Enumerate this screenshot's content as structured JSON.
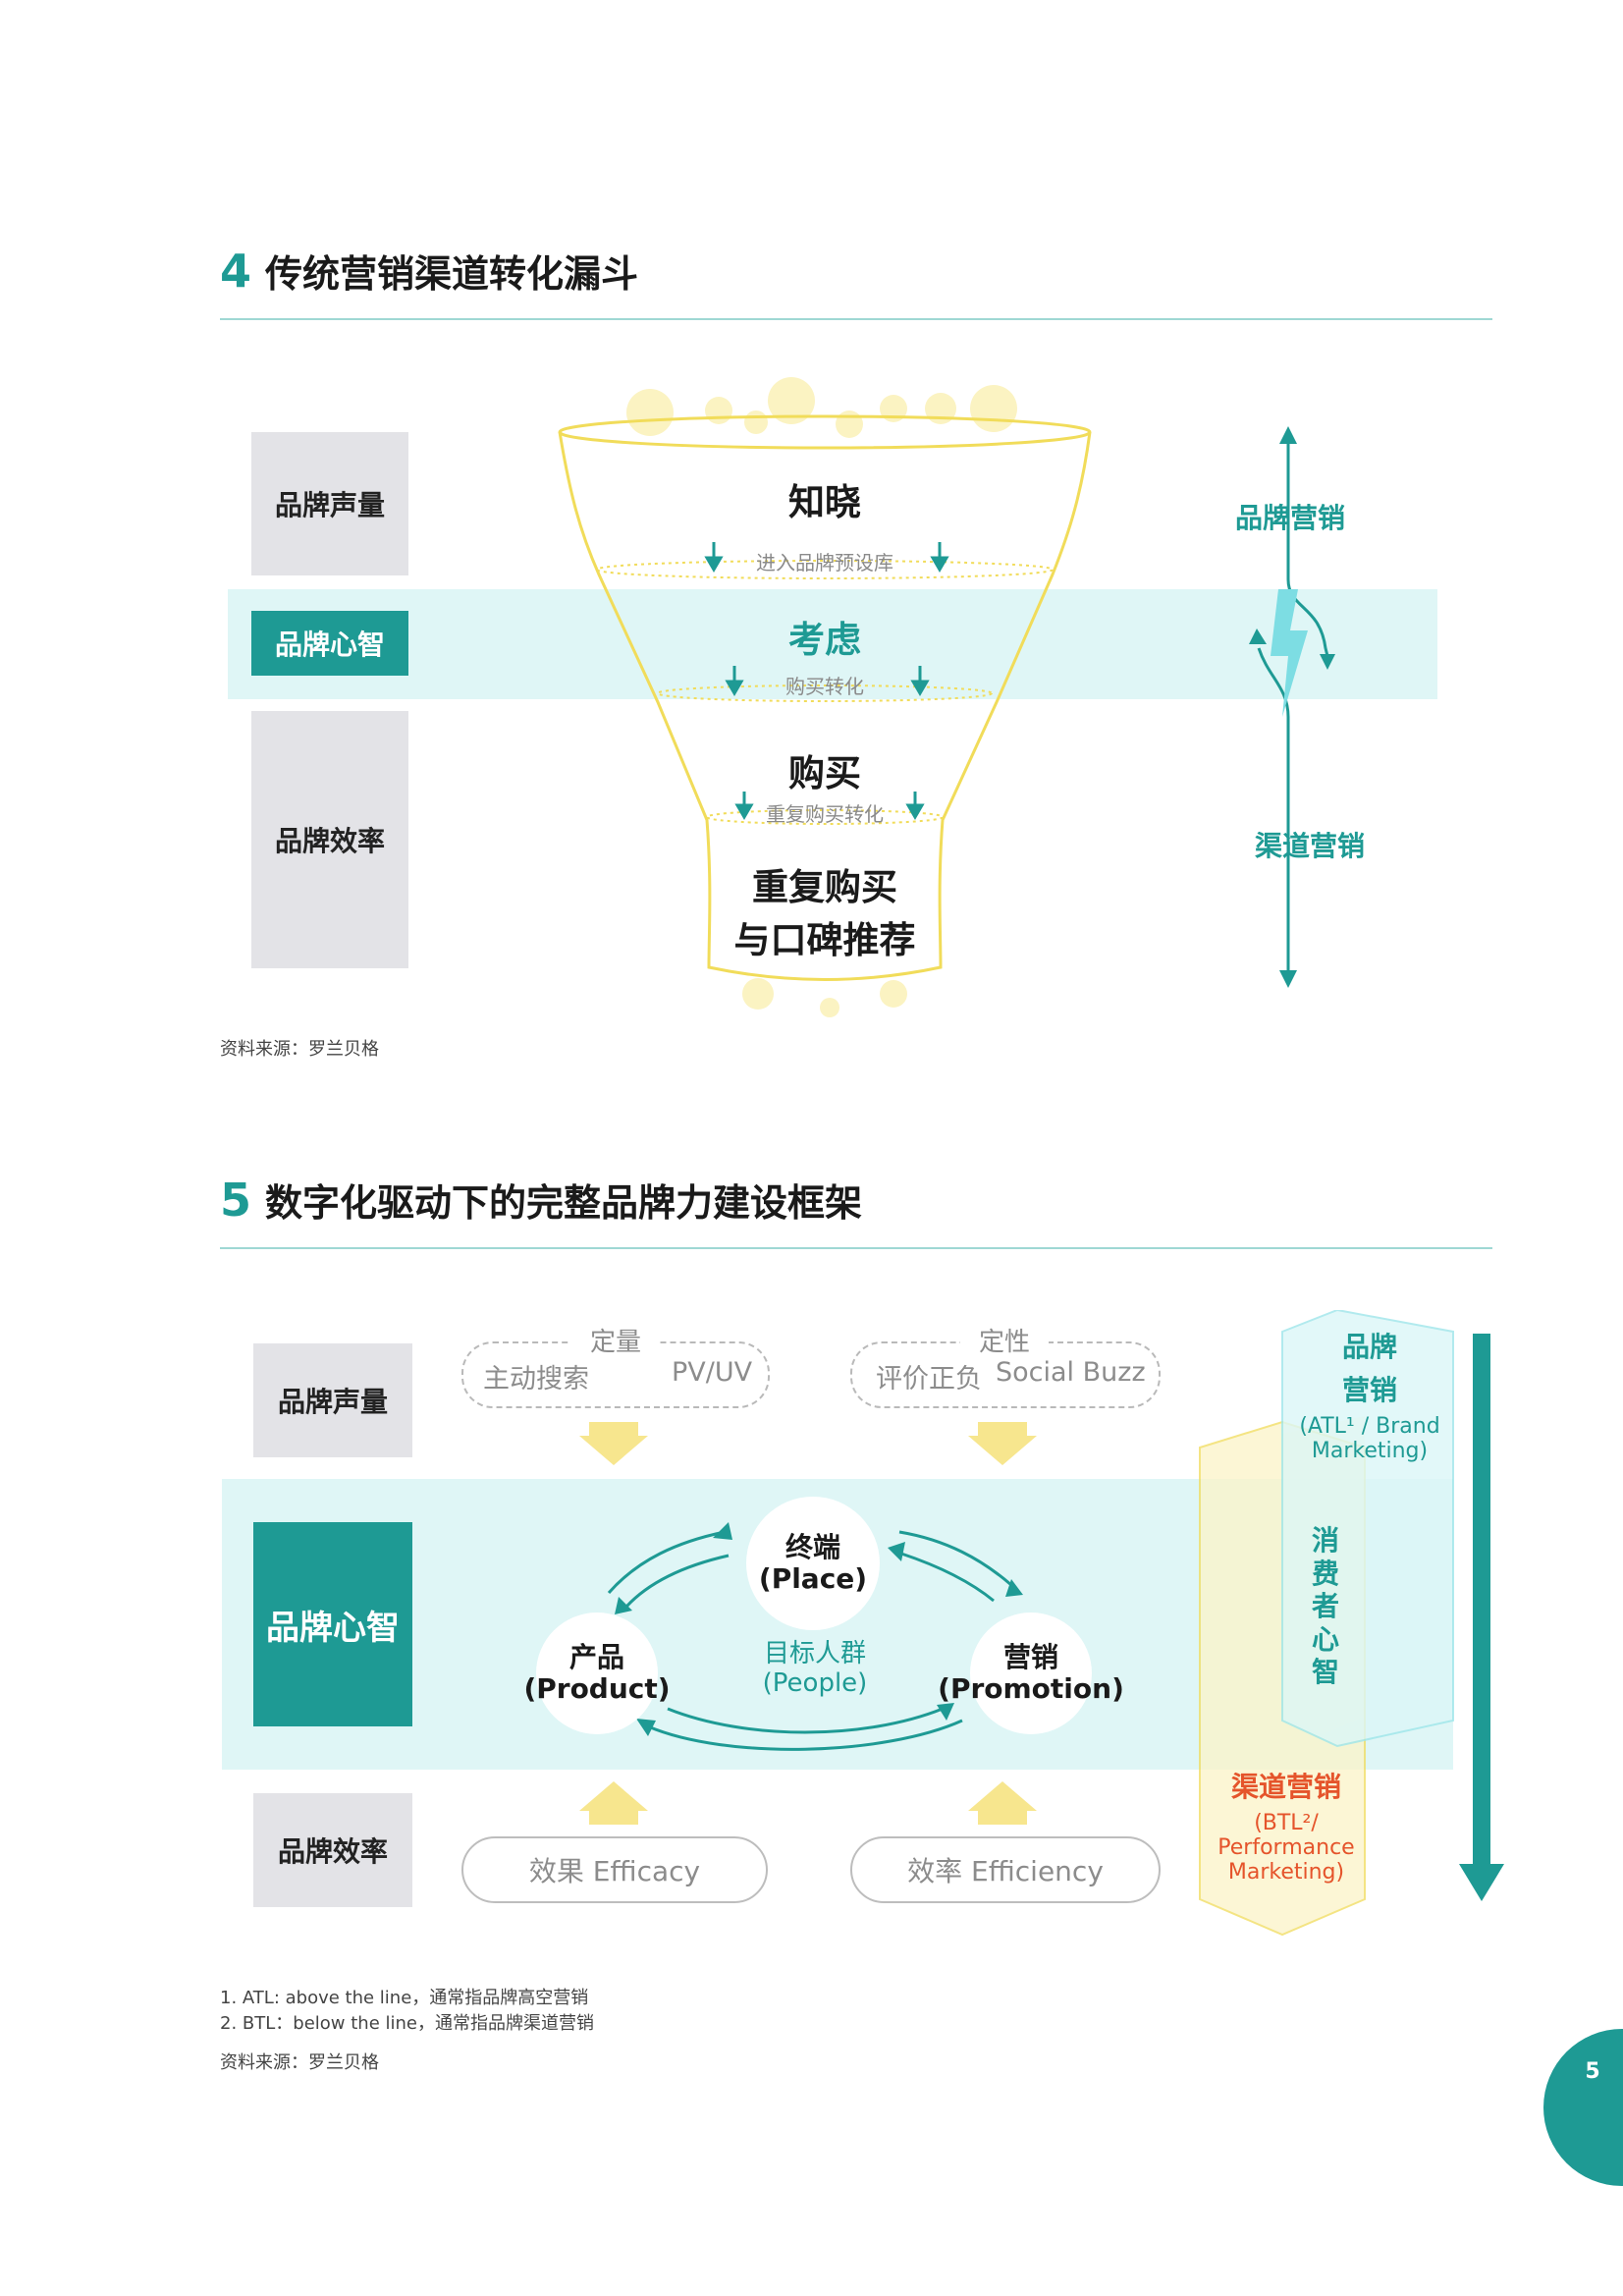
{
  "section4": {
    "number": "4",
    "title": "传统营销渠道转化漏斗",
    "labels": [
      "品牌声量",
      "品牌心智",
      "品牌效率"
    ],
    "funnel": {
      "stage1": "知晓",
      "stage1_sub": "进入品牌预设库",
      "stage2": "考虑",
      "stage2_sub": "购买转化",
      "stage3": "购买",
      "stage3_sub": "重复购买转化",
      "stage4_line1": "重复购买",
      "stage4_line2": "与口碑推荐"
    },
    "right_top": "品牌营销",
    "right_bottom": "渠道营销",
    "source": "资料来源：罗兰贝格"
  },
  "section5": {
    "number": "5",
    "title": "数字化驱动下的完整品牌力建设框架",
    "labels": [
      "品牌声量",
      "品牌心智",
      "品牌效率"
    ],
    "quant": {
      "title": "定量",
      "left": "主动搜索",
      "right": "PV/UV"
    },
    "qual": {
      "title": "定性",
      "left": "评价正负",
      "right": "Social Buzz"
    },
    "circles": {
      "place": "终端\n(Place)",
      "product": "产品\n(Product)",
      "promotion": "营销\n(Promotion)"
    },
    "center_label": "目标人群\n(People)",
    "pill_left": "效果 Efficacy",
    "pill_right": "效率 Efficiency",
    "brand_box": {
      "line1": "品牌",
      "line2": "营销",
      "line3": "(ATL¹ / Brand",
      "line4": "Marketing)"
    },
    "consumer_mind": [
      "消",
      "费",
      "者",
      "心",
      "智"
    ],
    "channel_box": {
      "line1": "渠道营销",
      "line2": "(BTL²/",
      "line3": "Performance",
      "line4": "Marketing)"
    },
    "footnote1": "1. ATL: above the line，通常指品牌高空营销",
    "footnote2": "2. BTL：below the line，通常指品牌渠道营销",
    "source": "资料来源：罗兰贝格"
  },
  "page_number": "5",
  "colors": {
    "teal": "#1e9a94",
    "light_teal": "#dff6f6",
    "grey_box": "#e3e3e7",
    "yellow": "#f4df63",
    "orange_red": "#e5542b"
  }
}
